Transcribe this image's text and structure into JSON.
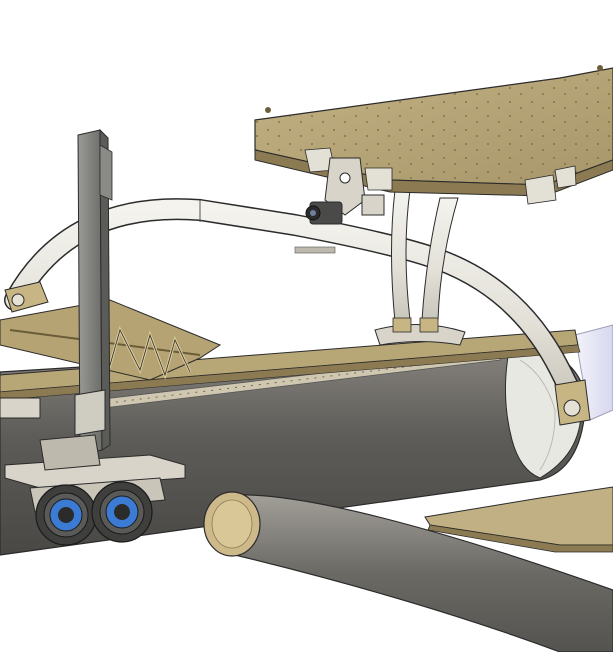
{
  "scene": {
    "kind": "cad-render",
    "components": [
      {
        "id": "deck-panel",
        "icon": "riveted-deck-panel"
      },
      {
        "id": "pontoon-main",
        "icon": "inflatable-tube"
      },
      {
        "id": "pontoon-cut",
        "icon": "inflatable-tube-section"
      },
      {
        "id": "deck-rail",
        "icon": "perforated-rail"
      },
      {
        "id": "arch-tube",
        "icon": "curved-frame-tube"
      },
      {
        "id": "support-posts",
        "icon": "vertical-tubes"
      },
      {
        "id": "truss-frame",
        "icon": "truss"
      },
      {
        "id": "mast",
        "icon": "square-mast"
      },
      {
        "id": "wheel-carriage",
        "icon": "twin-wheel-trolley"
      },
      {
        "id": "camera-mount",
        "icon": "camera-bracket"
      }
    ]
  },
  "colors": {
    "background": "#ffffff",
    "pontoon": "#5e5c58",
    "pontoon_light": "#8a8782",
    "tube_end_cap": "#cdb98a",
    "deck_tan": "#a9976a",
    "deck_top": "#b8a779",
    "deck_edge": "#8c7b52",
    "frame_tube": "#e6e4dc",
    "mast_gray": "#7b7b78",
    "bracket_light": "#d8d4ca",
    "wheel_blue": "#3b7bd4",
    "hull_pale": "#dcdcf2",
    "outline": "#2b2b2b"
  }
}
